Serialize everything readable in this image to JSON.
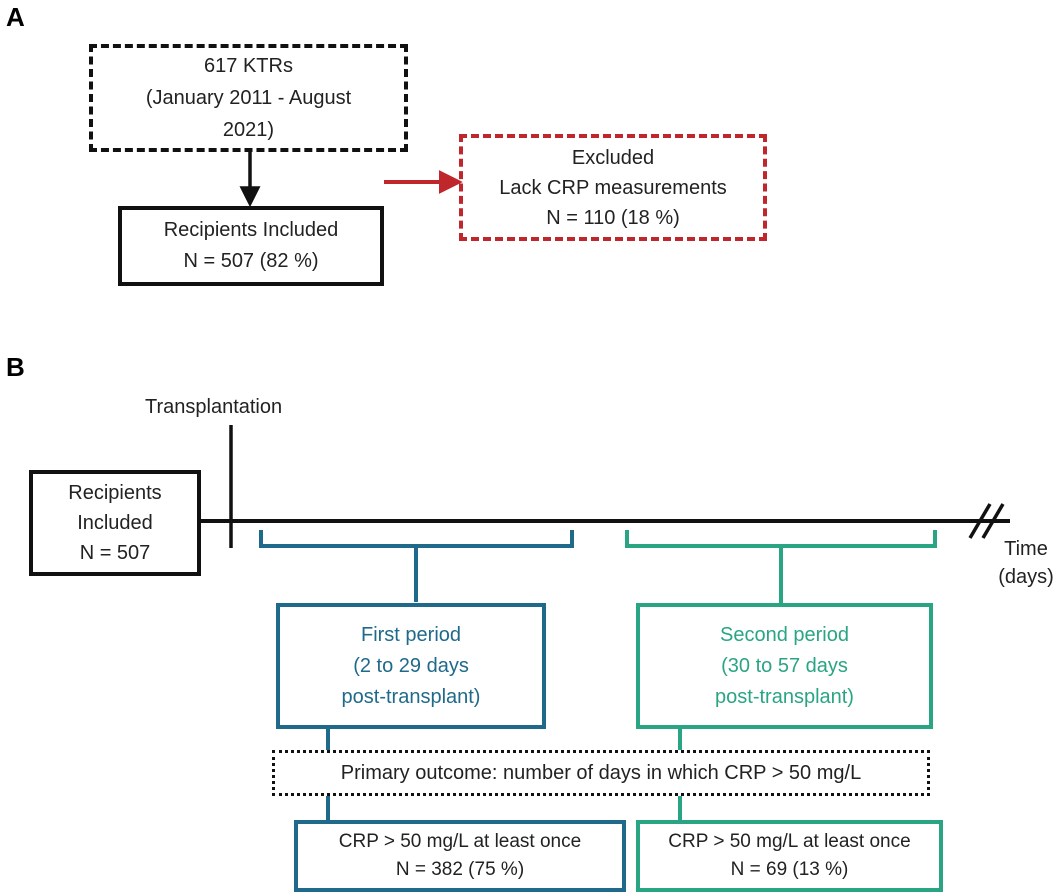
{
  "panel_a": {
    "letter": "A",
    "source_box": {
      "line1": "617  KTRs",
      "line2": "(January 2011  -  August",
      "line3": "2021)"
    },
    "included_box": {
      "line1": "Recipients Included",
      "line2": "N = 507  (82 %)"
    },
    "excluded_box": {
      "line1": "Excluded",
      "line2": "Lack CRP measurements",
      "line3": "N = 110  (18 %)"
    }
  },
  "panel_b": {
    "letter": "B",
    "transplantation_label": "Transplantation",
    "recipients_box": {
      "line1": "Recipients",
      "line2": "Included",
      "line3": "N = 507"
    },
    "time_label": {
      "line1": "Time",
      "line2": "(days)"
    },
    "first_period": {
      "line1": "First period",
      "line2": "(2 to 29 days",
      "line3": "post-transplant)"
    },
    "second_period": {
      "line1": "Second period",
      "line2": "(30 to 57 days",
      "line3": "post-transplant)"
    },
    "primary_outcome": "Primary outcome: number of days in which CRP > 50 mg/L",
    "first_result": {
      "line1": "CRP > 50 mg/L at least once",
      "line2": "N = 382 (75 %)"
    },
    "second_result": {
      "line1": "CRP > 50 mg/L at least once",
      "line2": "N = 69 (13 %)"
    }
  },
  "colors": {
    "black": "#111111",
    "red": "#c0272d",
    "teal_blue": "#1f6a8a",
    "green": "#2aa584"
  }
}
